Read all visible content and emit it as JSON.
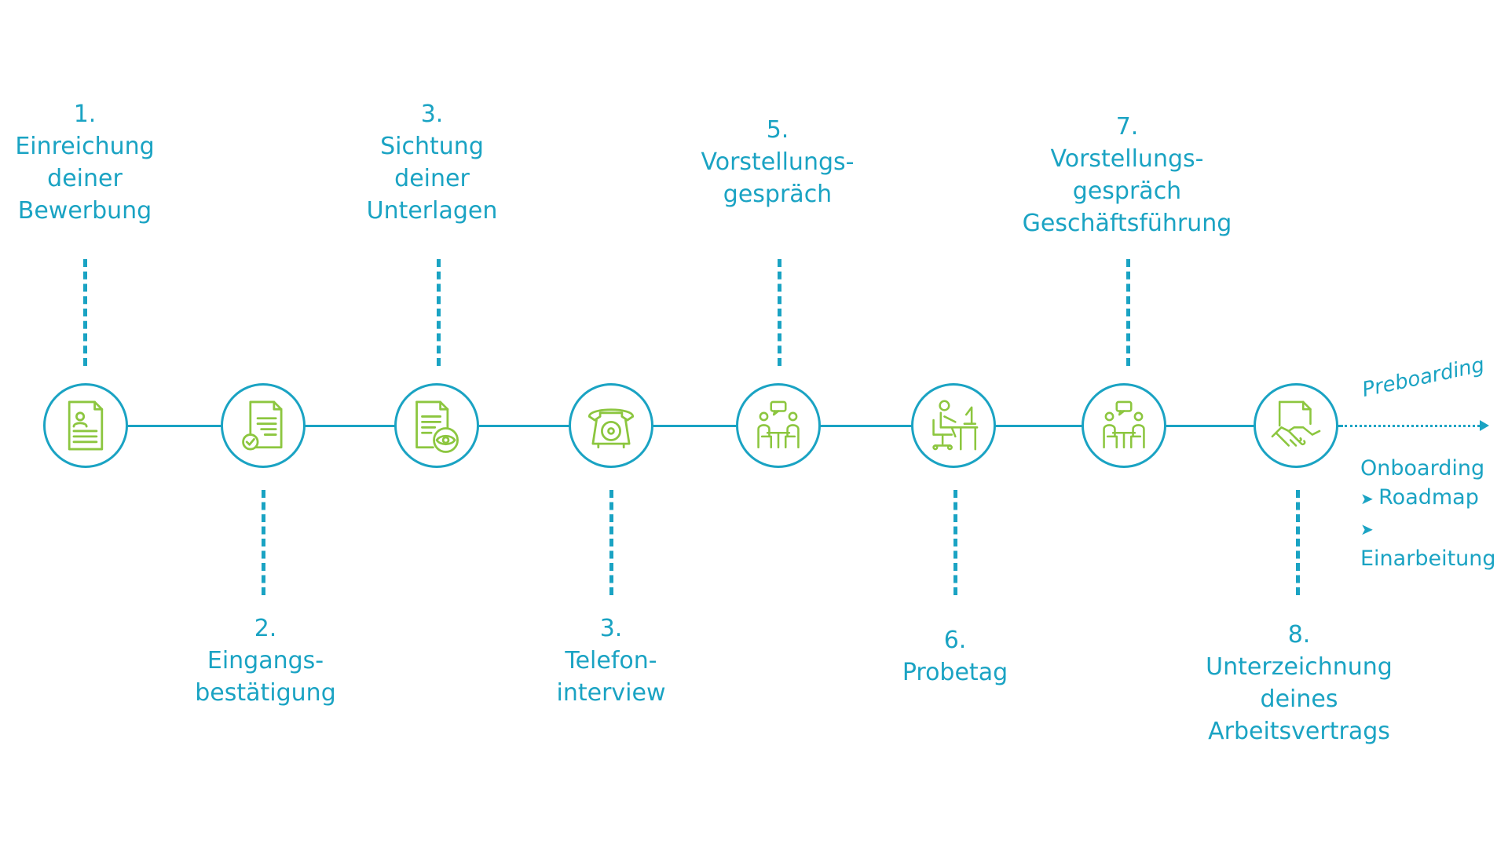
{
  "steps_top": [
    {
      "number": "1.",
      "lines": [
        "Einreichung",
        "deiner",
        "Bewerbung"
      ],
      "icon": "cv-document-icon"
    },
    {
      "number": "3.",
      "lines": [
        "Sichtung",
        "deiner",
        "Unterlagen"
      ],
      "icon": "document-eye-icon"
    },
    {
      "number": "5.",
      "lines": [
        "Vorstellungs-",
        "gespräch"
      ],
      "icon": "meeting-icon"
    },
    {
      "number": "7.",
      "lines": [
        "Vorstellungs-",
        "gespräch",
        "Geschäftsführung"
      ],
      "icon": "meeting-icon"
    }
  ],
  "steps_bottom": [
    {
      "number": "2.",
      "lines": [
        "Eingangs-",
        "bestätigung"
      ],
      "icon": "document-check-icon"
    },
    {
      "number": "3.",
      "lines": [
        "Telefon-",
        "interview"
      ],
      "icon": "telephone-icon"
    },
    {
      "number": "6.",
      "lines": [
        "Probetag"
      ],
      "icon": "desk-worker-icon"
    },
    {
      "number": "8.",
      "lines": [
        "Unterzeichnung",
        "deines",
        "Arbeitsvertrags"
      ],
      "icon": "contract-handshake-icon"
    }
  ],
  "preboarding": "Preboarding",
  "onboarding": {
    "title": "Onboarding",
    "items": [
      "Roadmap",
      "Einarbeitung"
    ]
  },
  "colors": {
    "primary": "#1aa3c3",
    "icon": "#8cc63f"
  }
}
